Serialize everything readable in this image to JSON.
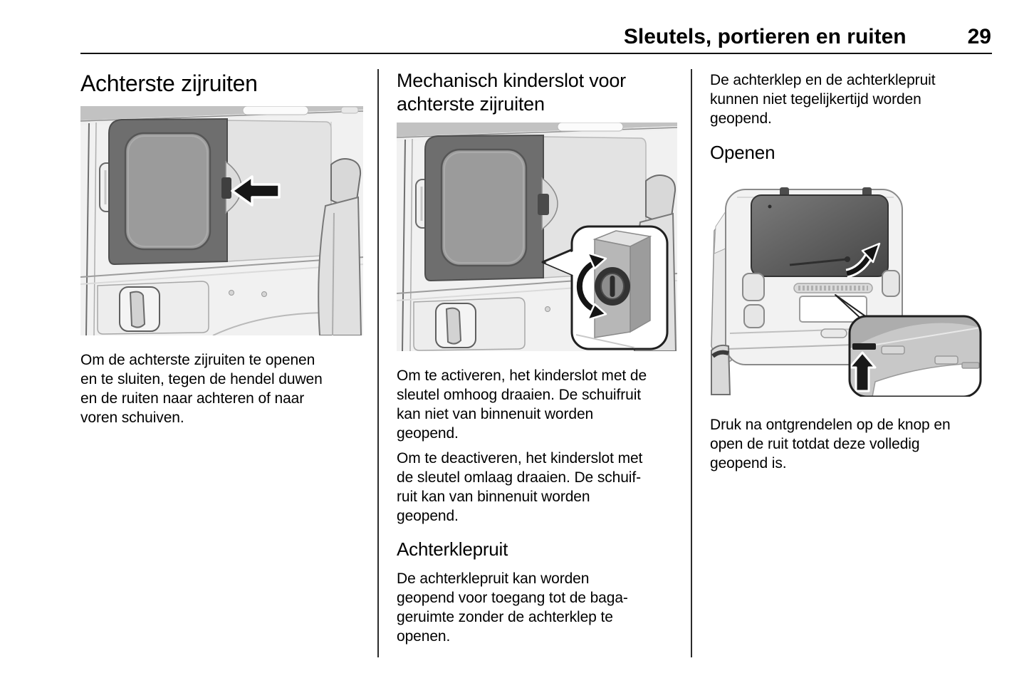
{
  "header": {
    "title": "Sleutels, portieren en ruiten",
    "page_number": "29"
  },
  "col1": {
    "heading": "Achterste zijruiten",
    "figure_alt": "van-interior-rear-sliding-side-window-with-arrow",
    "para1": "Om de achterste zijruiten te openen\nen te sluiten, tegen de hendel duwen\nen de ruiten naar achteren of naar\nvoren schuiven."
  },
  "col2": {
    "heading": "Mechanisch kinderslot voor\nachterste zijruiten",
    "figure_alt": "van-interior-side-window-with-child-lock-keyhole-callout",
    "para1": "Om te activeren, het kinderslot met de\nsleutel omhoog draaien. De schuifruit\nkan niet van binnenuit worden\ngeopend.",
    "para2": "Om te deactiveren, het kinderslot met\nde sleutel omlaag draaien. De schuif-\nruit kan van binnenuit worden\ngeopend.",
    "subheading": "Achterklepruit",
    "para3": "De achterklepruit kan worden\ngeopend voor toegang tot de baga-\ngeruimte zonder de achterklep te\nopenen."
  },
  "col3": {
    "para1": "De achterklep en de achterklepruit\nkunnen niet tegelijkertijd worden\ngeopend.",
    "subheading": "Openen",
    "figure_alt": "van-rear-tailgate-window-with-release-button-callout",
    "para2": "Druk na ontgrendelen op de knop en\nopen de ruit totdat deze volledig\ngeopend is."
  },
  "colors": {
    "ink": "#000000",
    "rule": "#121212",
    "figure_background": "#f1f1f1",
    "window_frame": "#6e6e6e",
    "window_glass": "#9b9b9b",
    "tailgate_glass_dark": "#4a4a4a",
    "arrow_black": "#161616"
  }
}
